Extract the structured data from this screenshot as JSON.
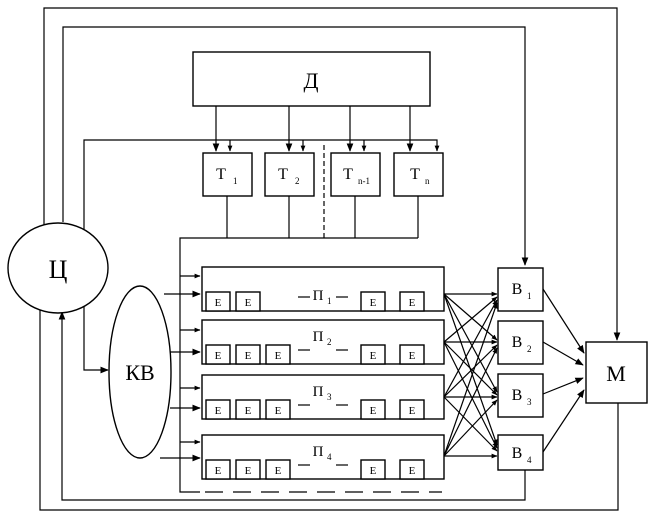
{
  "diagram": {
    "d_label": "Д",
    "ts_label": "Ц",
    "kv_label": "КВ",
    "m_label": "М",
    "t_blocks": [
      {
        "letter": "Т",
        "sub": "1"
      },
      {
        "letter": "Т",
        "sub": "2"
      },
      {
        "letter": "Т",
        "sub": "n-1"
      },
      {
        "letter": "Т",
        "sub": "n"
      }
    ],
    "p_blocks": [
      {
        "letter": "П",
        "sub": "1",
        "cell": "Е"
      },
      {
        "letter": "П",
        "sub": "2",
        "cell": "Е"
      },
      {
        "letter": "П",
        "sub": "3",
        "cell": "Е"
      },
      {
        "letter": "П",
        "sub": "4",
        "cell": "Е"
      }
    ],
    "v_blocks": [
      {
        "letter": "В",
        "sub": "1"
      },
      {
        "letter": "В",
        "sub": "2"
      },
      {
        "letter": "В",
        "sub": "3"
      },
      {
        "letter": "В",
        "sub": "4"
      }
    ]
  }
}
